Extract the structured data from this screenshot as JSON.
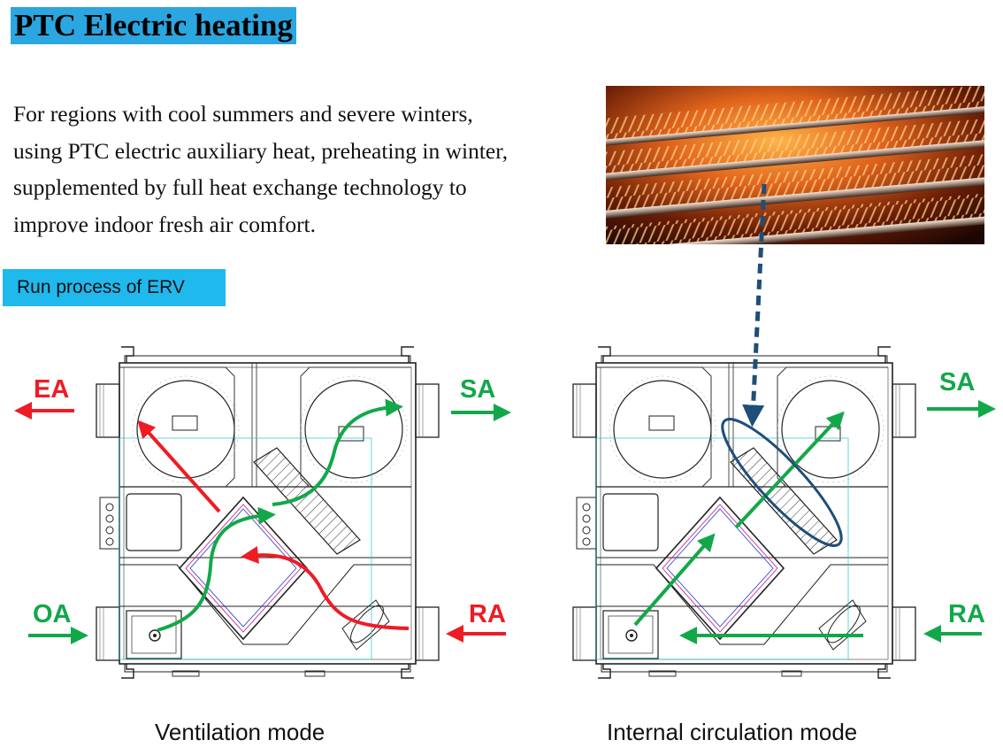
{
  "title": "PTC Electric heating",
  "description": [
    "For regions with cool summers and severe winters,",
    "using PTC electric auxiliary heat, preheating in winter,",
    "supplemented by full heat exchange technology to",
    "improve indoor fresh air comfort."
  ],
  "badge": "Run process of ERV",
  "modes": [
    {
      "caption": "Ventilation mode",
      "labels": {
        "top_left": "EA",
        "top_right": "SA",
        "bottom_left": "OA",
        "bottom_right": "RA"
      }
    },
    {
      "caption": "Internal circulation mode",
      "labels": {
        "top_right": "SA",
        "bottom_right": "RA"
      }
    }
  ],
  "colors": {
    "title_bg": "#2aa6e0",
    "badge_bg": "#20b9ee",
    "exhaust": "#ee1c25",
    "fresh": "#12a84a",
    "highlight": "#1f4e79"
  },
  "icons": [
    "ptc-heater-photo",
    "fan-icon",
    "heat-exchanger-core-icon",
    "filter-icon"
  ]
}
